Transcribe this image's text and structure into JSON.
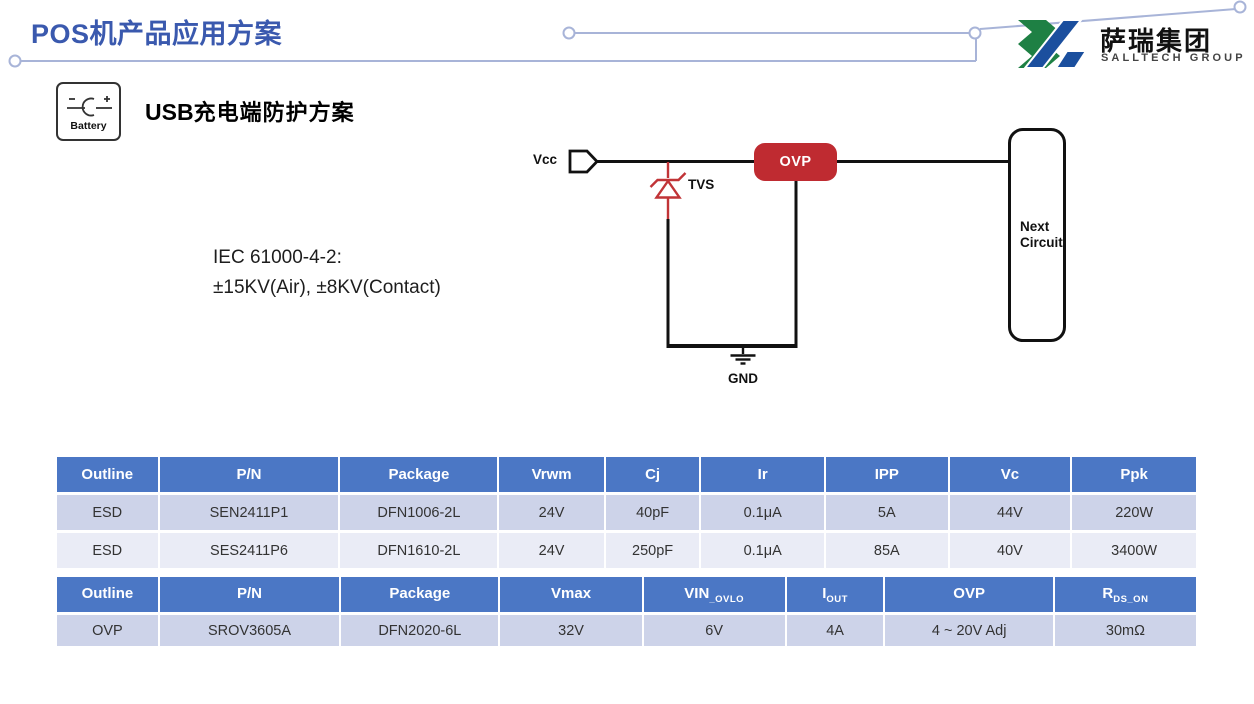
{
  "page": {
    "title": "POS机产品应用方案",
    "logo": {
      "cn": "萨瑞集团",
      "en": "SALLTECH GROUP"
    }
  },
  "section": {
    "battery_label": "Battery",
    "subtitle_prefix": "USB",
    "subtitle_cn": "充电端防护方案"
  },
  "note": {
    "line1": "IEC 61000-4-2:",
    "line2": "±15KV(Air), ±8KV(Contact)"
  },
  "circuit": {
    "vcc_label": "Vcc",
    "tvs_label": "TVS",
    "ovp_label": "OVP",
    "gnd_label": "GND",
    "next_line1": "Next",
    "next_line2": "Circuit"
  },
  "esd_table": {
    "headers": [
      "Outline",
      "P/N",
      "Package",
      "Vrwm",
      "Cj",
      "Ir",
      "IPP",
      "Vc",
      "Ppk"
    ],
    "rows": [
      [
        "ESD",
        "SEN2411P1",
        "DFN1006-2L",
        "24V",
        "40pF",
        "0.1μA",
        "5A",
        "44V",
        "220W"
      ],
      [
        "ESD",
        "SES2411P6",
        "DFN1610-2L",
        "24V",
        "250pF",
        "0.1μA",
        "85A",
        "40V",
        "3400W"
      ]
    ]
  },
  "ovp_table": {
    "headers": [
      {
        "t": "Outline",
        "s": ""
      },
      {
        "t": "P/N",
        "s": ""
      },
      {
        "t": "Package",
        "s": ""
      },
      {
        "t": "Vmax",
        "s": ""
      },
      {
        "t": "VIN",
        "s": "_OVLO"
      },
      {
        "t": "I",
        "s": "OUT"
      },
      {
        "t": "OVP",
        "s": ""
      },
      {
        "t": "R",
        "s": "DS_ON"
      }
    ],
    "rows": [
      [
        "OVP",
        "SROV3605A",
        "DFN2020-6L",
        "32V",
        "6V",
        "4A",
        "4 ~ 20V Adj",
        "30mΩ"
      ]
    ]
  },
  "colors": {
    "title_blue": "#3A59AE",
    "table_header_blue": "#4B77C5",
    "row_shaded": "#CDD3E9",
    "row_light": "#EAECF6",
    "ovp_red": "#BF2B31",
    "tvs_red": "#C13437",
    "decor_line": "#A8B4D8",
    "logo_green": "#1E8044",
    "logo_blue": "#1B4F9E"
  }
}
